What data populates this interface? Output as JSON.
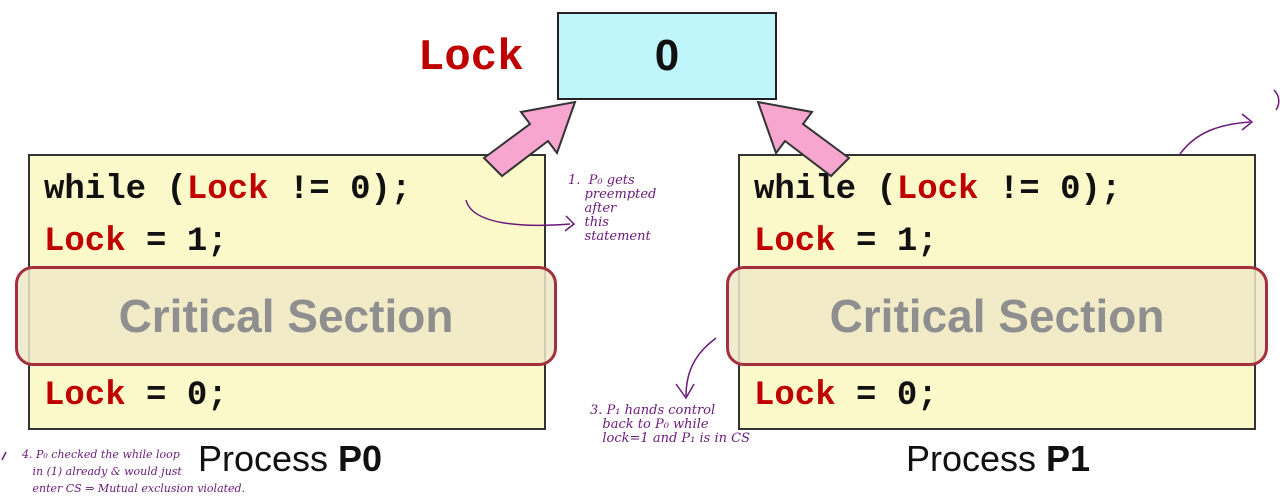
{
  "lock": {
    "label": "Lock",
    "value": "0"
  },
  "process0": {
    "line1": {
      "kw": "while (",
      "var": "Lock",
      "rest": " != 0);"
    },
    "line2": {
      "var": "Lock",
      "rest": " = 1;"
    },
    "critical": "Critical Section",
    "line3": {
      "var": "Lock",
      "rest": " = 0;"
    },
    "name_prefix": "Process ",
    "name_id": "P0"
  },
  "process1": {
    "line1": {
      "kw": "while (",
      "var": "Lock",
      "rest": " != 0);"
    },
    "line2": {
      "var": "Lock",
      "rest": " = 1;"
    },
    "critical": "Critical Section",
    "line3": {
      "var": "Lock",
      "rest": " = 0;"
    },
    "name_prefix": "Process ",
    "name_id": "P1"
  },
  "annotations": {
    "note1": "1.  P₀ gets\n    preempted\n    after\n    this\n    statement",
    "note3": "3. P₁ hands control\n   back to P₀ while\n   lock=1 and P₁ is in CS",
    "note4": "4. P₀ checked the while loop\n   in (1) already & would just\n   enter CS ⇒ Mutual exclusion violated."
  },
  "colors": {
    "variable": "#c00000",
    "lock_box": "#bff5fb",
    "process_box": "#fbf8c9",
    "arrow": "#f7a6cf",
    "critical_border": "#a3303f",
    "handwriting": "#6a1a7a"
  }
}
